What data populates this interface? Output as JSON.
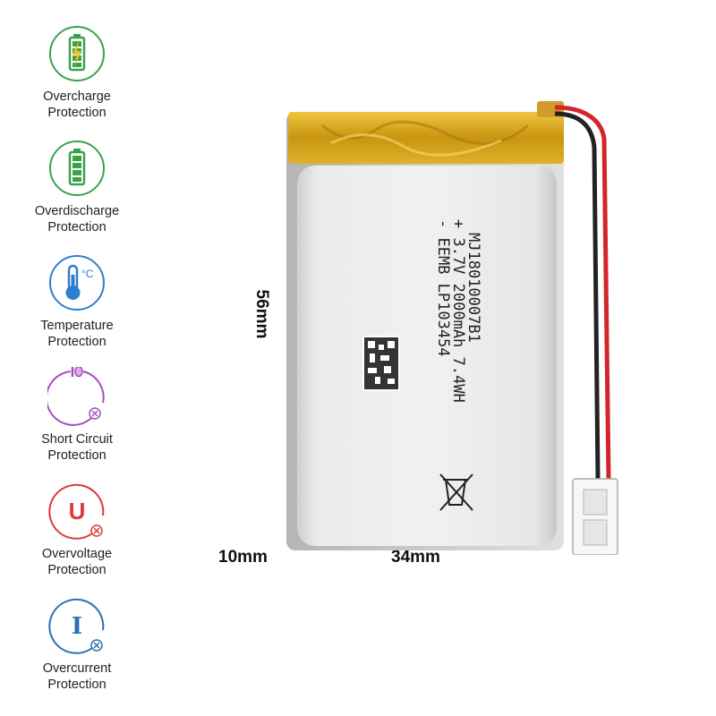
{
  "features": [
    {
      "line1": "Overcharge",
      "line2": "Protection",
      "icon": "battery-charging-icon",
      "color": "#3aa34a"
    },
    {
      "line1": "Overdischarge",
      "line2": "Protection",
      "icon": "battery-full-icon",
      "color": "#3aa34a"
    },
    {
      "line1": "Temperature",
      "line2": "Protection",
      "icon": "thermometer-icon",
      "color": "#2f7fd0"
    },
    {
      "line1": "Short Circuit",
      "line2": "Protection",
      "icon": "short-circuit-icon",
      "color": "#a44fbd"
    },
    {
      "line1": "Overvoltage",
      "line2": "Protection",
      "icon": "voltage-u-icon",
      "color": "#d93a3a"
    },
    {
      "line1": "Overcurrent",
      "line2": "Protection",
      "icon": "current-i-icon",
      "color": "#2f6fb0"
    }
  ],
  "icon_glyphs": {
    "celsius": "°C",
    "u": "U",
    "i": "I"
  },
  "dimensions": {
    "height": "56mm",
    "thickness": "10mm",
    "width": "34mm"
  },
  "battery_label": {
    "line1": "- EEMB LP103454",
    "line2": "+ 3.7V 2000mAh 7.4WH",
    "line3": "MJ18010007B1"
  },
  "colors": {
    "tape": "#d9a91a",
    "body": "#e9e9e9",
    "wire_red": "#d4252b",
    "wire_black": "#222222"
  }
}
